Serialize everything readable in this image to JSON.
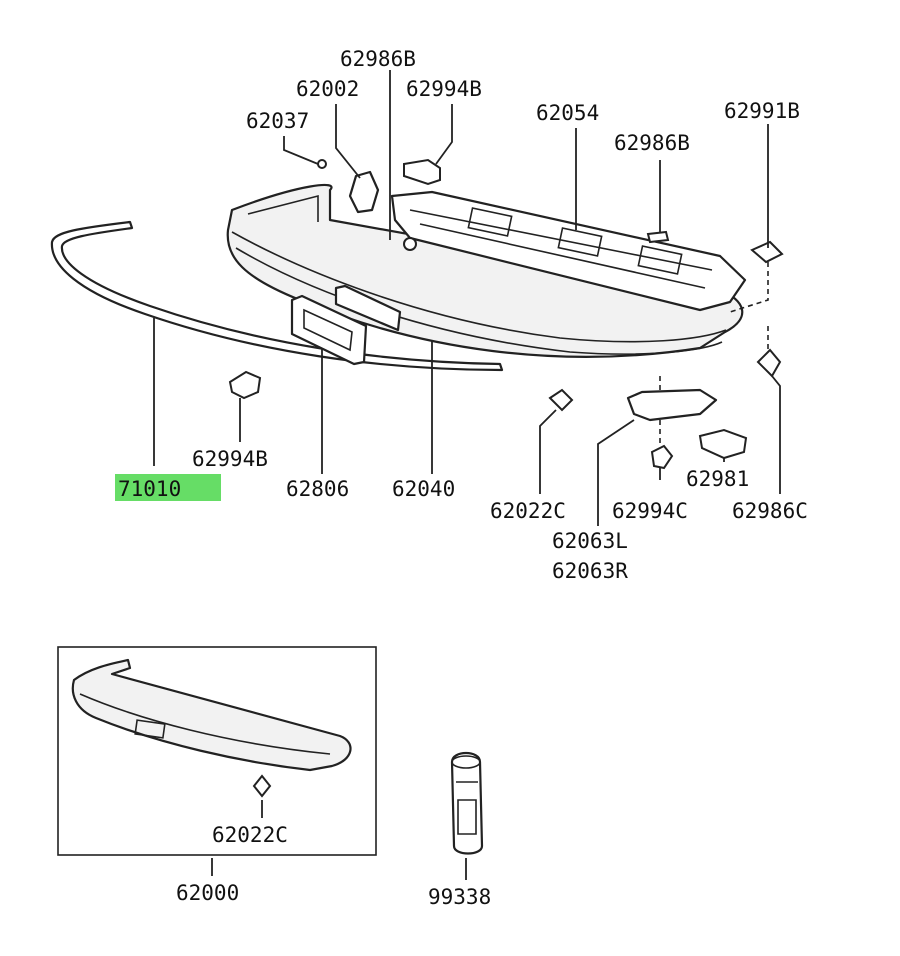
{
  "diagram": {
    "highlight_color": "#66dd66",
    "labels": [
      {
        "id": "lbl-62986b-top",
        "text": "62986B"
      },
      {
        "id": "lbl-62002",
        "text": "62002"
      },
      {
        "id": "lbl-62994b-top",
        "text": "62994B"
      },
      {
        "id": "lbl-62037",
        "text": "62037"
      },
      {
        "id": "lbl-62054",
        "text": "62054"
      },
      {
        "id": "lbl-62991b",
        "text": "62991B"
      },
      {
        "id": "lbl-62986b-mid",
        "text": "62986B"
      },
      {
        "id": "lbl-62994b-left",
        "text": "62994B"
      },
      {
        "id": "lbl-71010",
        "text": "71010"
      },
      {
        "id": "lbl-62806",
        "text": "62806"
      },
      {
        "id": "lbl-62040",
        "text": "62040"
      },
      {
        "id": "lbl-62981",
        "text": "62981"
      },
      {
        "id": "lbl-62022c",
        "text": "62022C"
      },
      {
        "id": "lbl-62994c",
        "text": "62994C"
      },
      {
        "id": "lbl-62986c",
        "text": "62986C"
      },
      {
        "id": "lbl-62063l",
        "text": "62063L"
      },
      {
        "id": "lbl-62063r",
        "text": "62063R"
      },
      {
        "id": "lbl-62022c-inset",
        "text": "62022C"
      },
      {
        "id": "lbl-62000",
        "text": "62000"
      },
      {
        "id": "lbl-99338",
        "text": "99338"
      }
    ]
  }
}
